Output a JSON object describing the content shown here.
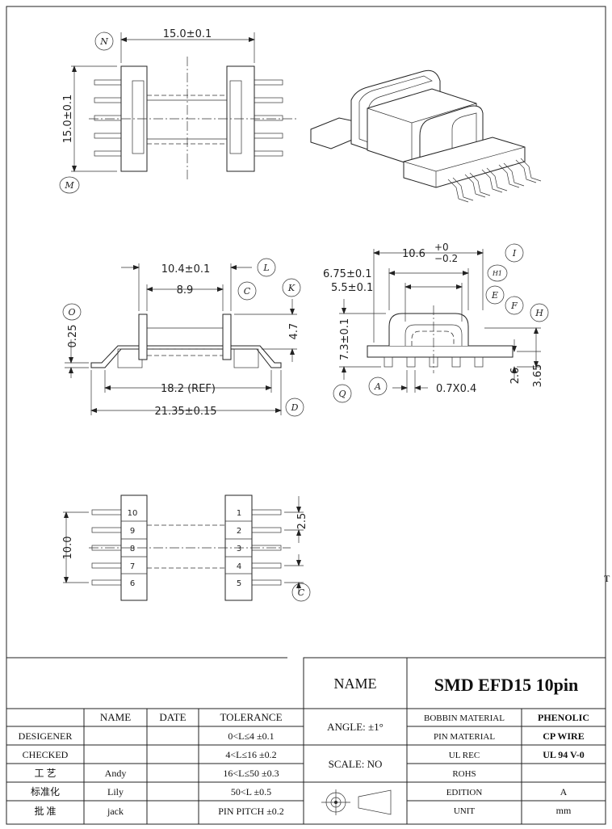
{
  "top_view": {
    "width_dim": "15.0±0.1",
    "height_dim": "15.0±0.1",
    "ref_n": "N",
    "ref_m": "M"
  },
  "side_view": {
    "dim_top": "10.4±0.1",
    "dim_inner": "8.9",
    "dim_height": "4.7",
    "dim_offset": "0.25",
    "dim_ref": "18.2 (REF)",
    "dim_total": "21.35±0.15",
    "ref_l": "L",
    "ref_c": "C",
    "ref_k": "K",
    "ref_o": "O",
    "ref_d": "D"
  },
  "end_view": {
    "dim_top": "10.6",
    "dim_top_plus": "+0",
    "dim_top_minus": "−0.2",
    "dim_675": "6.75±0.1",
    "dim_55": "5.5±0.1",
    "dim_73": "7.3±0.1",
    "dim_26": "2.6",
    "dim_365": "3.65",
    "dim_pin": "0.7X0.4",
    "ref_i": "I",
    "ref_h1": "H1",
    "ref_e": "E",
    "ref_f": "F",
    "ref_h": "H",
    "ref_a": "A",
    "ref_q": "Q"
  },
  "bottom_view": {
    "dim_height": "10.0",
    "dim_pitch": "2.5",
    "ref_c": "C",
    "pins_left": [
      "10",
      "9",
      "8",
      "7",
      "6"
    ],
    "pins_right": [
      "1",
      "2",
      "3",
      "4",
      "5"
    ]
  },
  "edge_glyphs": {
    "top": "",
    "bottom": "T"
  },
  "title_block": {
    "name_label": "NAME",
    "title": "SMD EFD15 10pin",
    "col_name": "NAME",
    "col_date": "DATE",
    "col_tolerance": "TOLERANCE",
    "rows": [
      {
        "role": "DESIGENER",
        "name": "",
        "tolerance": "0<L≤4  ±0.1"
      },
      {
        "role": "CHECKED",
        "name": "",
        "tolerance": "4<L≤16  ±0.2"
      },
      {
        "role": "工 艺",
        "name": "Andy",
        "tolerance": "16<L≤50  ±0.3"
      },
      {
        "role": "标准化",
        "name": "Lily",
        "tolerance": "50<L      ±0.5"
      },
      {
        "role": "批 准",
        "name": "jack",
        "tolerance": "PIN PITCH  ±0.2"
      }
    ],
    "angle": "ANGLE: ±1°",
    "scale": "SCALE: NO",
    "properties": [
      {
        "label": "BOBBIN MATERIAL",
        "value": "PHENOLIC"
      },
      {
        "label": "PIN MATERIAL",
        "value": "CP WIRE"
      },
      {
        "label": "UL REC",
        "value": "UL 94 V-0"
      },
      {
        "label": "ROHS",
        "value": ""
      },
      {
        "label": "EDITION",
        "value": "A"
      },
      {
        "label": "UNIT",
        "value": "mm"
      }
    ]
  }
}
